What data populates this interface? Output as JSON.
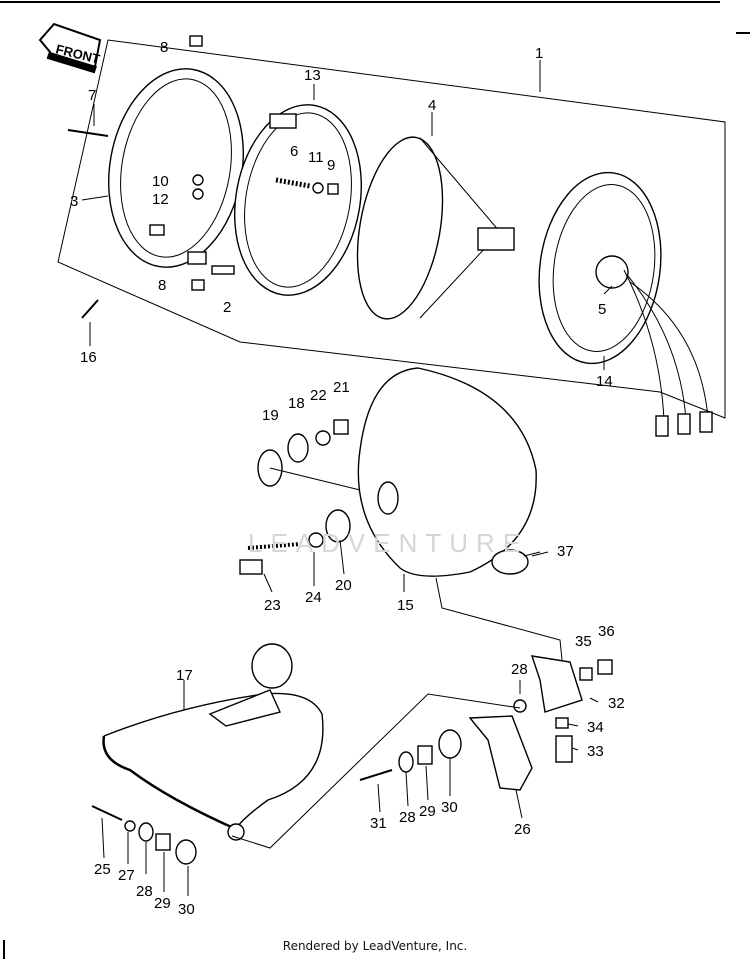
{
  "front_tag": "FRONT",
  "watermark": "LEADVENTURE",
  "footer": "Rendered by LeadVenture, Inc.",
  "callouts": [
    "1",
    "2",
    "3",
    "4",
    "5",
    "6",
    "7",
    "8",
    "8",
    "9",
    "10",
    "11",
    "12",
    "13",
    "14",
    "15",
    "16",
    "17",
    "18",
    "19",
    "20",
    "21",
    "22",
    "23",
    "24",
    "25",
    "26",
    "27",
    "28",
    "28",
    "28",
    "29",
    "29",
    "30",
    "30",
    "31",
    "32",
    "33",
    "34",
    "35",
    "36",
    "37"
  ]
}
